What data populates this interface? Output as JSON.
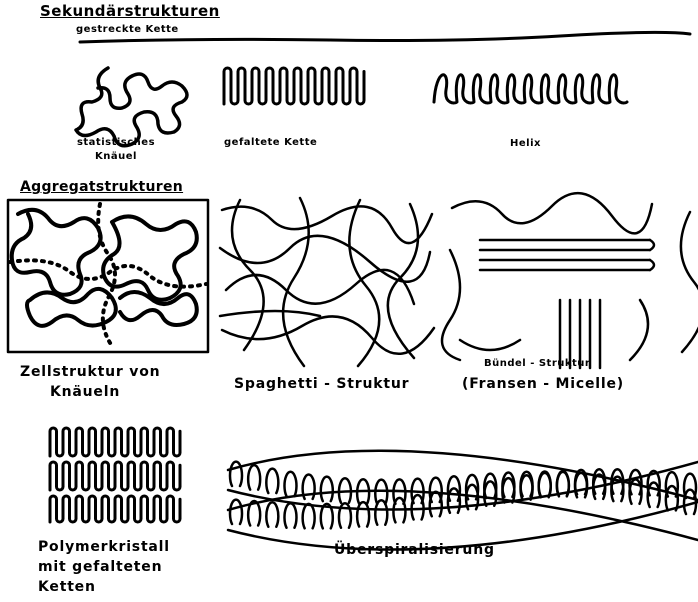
{
  "secondary": {
    "title": "Sekundärstrukturen",
    "stretched_chain": "gestreckte Kette",
    "coil_line1": "statistisches",
    "coil_line2": "Knäuel",
    "folded_chain": "gefaltete Kette",
    "helix": "Helix"
  },
  "aggregate": {
    "title": "Aggregatstrukturen",
    "cell_line1": "Zellstruktur von",
    "cell_line2": "Knäueln",
    "spaghetti": "Spaghetti - Struktur",
    "bundle": "Bündel - Struktur",
    "micelle": "(Fransen - Micelle)",
    "crystal_line1": "Polymerkristall",
    "crystal_line2": "mit gefalteten",
    "crystal_line3": "Ketten",
    "superhelix": "Überspiralisierung"
  },
  "colors": {
    "ink": "#000000",
    "paper": "#ffffff"
  }
}
